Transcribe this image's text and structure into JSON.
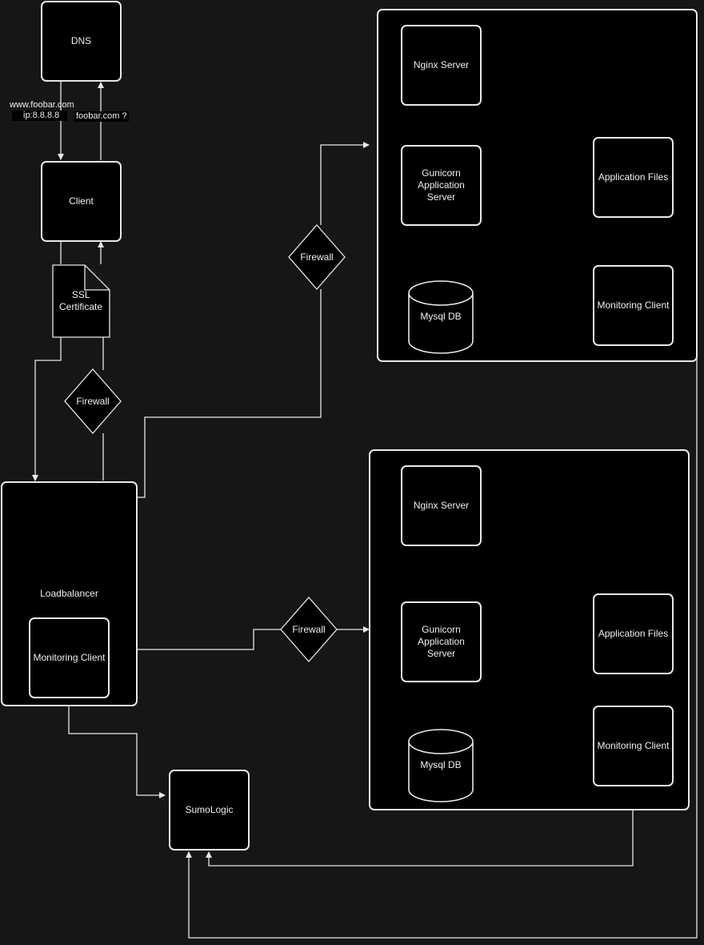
{
  "nodes": {
    "dns": "DNS",
    "client": "Client",
    "ssl_line1": "SSL",
    "ssl_line2": "Certificate",
    "firewall": "Firewall",
    "loadbalancer": "Loadbalancer",
    "monitoring_client": "Monitoring Client",
    "sumologic": "SumoLogic",
    "nginx": "Nginx Server",
    "gunicorn_line1": "Gunicorn",
    "gunicorn_line2": "Application Server",
    "app_files": "Application Files",
    "mysql": "Mysql DB"
  },
  "edge_labels": {
    "request_line1": "www.foobar.com",
    "request_line2": "ip:8.8.8.8",
    "query": "foobar.com ?"
  },
  "colors": {
    "background": "#161616",
    "node_fill": "#000000",
    "stroke": "#e8e8e8",
    "text": "#f0f0f0"
  }
}
